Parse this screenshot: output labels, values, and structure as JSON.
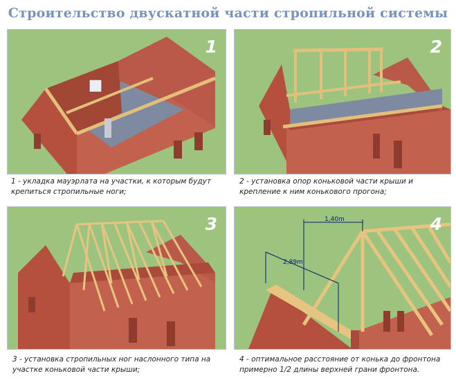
{
  "title": "Строительство двускатной части стропильной системы",
  "colors": {
    "grass": "#9cc47e",
    "brick": "#b5503f",
    "timber": "#e7c47f",
    "caption": "#222222",
    "title": "#7a93b8",
    "dimension": "#0a1a70"
  },
  "panels": [
    {
      "number": "1",
      "caption": "1 - укладка мауэрлата на участки, к которым будут крепиться стропильные ноги;"
    },
    {
      "number": "2",
      "caption": "2 - установка опор коньковой части крыши и крепление к ним конькового прогона;"
    },
    {
      "number": "3",
      "caption": "3 - установка стропильных ног наслонного типа на участке коньковой части крыши;"
    },
    {
      "number": "4",
      "caption": "4 - оптимальное расстояние от конька до фронтона примерно 1/2 длины верхней грани фронтона."
    }
  ],
  "dimensions": {
    "horizontal": "1,40m",
    "slope": "2,89m"
  }
}
